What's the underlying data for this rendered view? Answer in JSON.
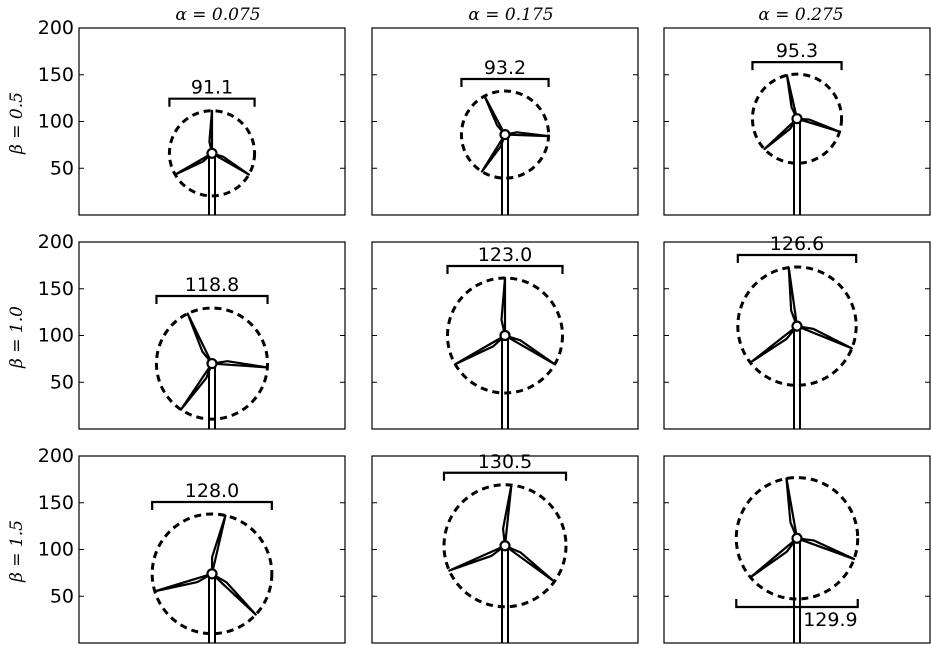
{
  "columns": [
    {
      "label": "α = 0.075"
    },
    {
      "label": "α = 0.175"
    },
    {
      "label": "α = 0.275"
    }
  ],
  "rows": [
    {
      "label": "β = 0.5"
    },
    {
      "label": "β = 1.0"
    },
    {
      "label": "β = 1.5"
    }
  ],
  "y_axis": {
    "ylim": [
      0,
      200
    ],
    "ticks": [
      50,
      100,
      150,
      200
    ]
  },
  "turbines": [
    [
      {
        "hub_height": 66,
        "rotor_diameter": 91.1,
        "label": "91.1",
        "label_position": "above",
        "blade_angle": 90
      },
      {
        "hub_height": 86,
        "rotor_diameter": 93.2,
        "label": "93.2",
        "label_position": "above",
        "blade_angle": 118
      },
      {
        "hub_height": 103,
        "rotor_diameter": 95.3,
        "label": "95.3",
        "label_position": "above",
        "blade_angle": 103
      }
    ],
    [
      {
        "hub_height": 70,
        "rotor_diameter": 118.8,
        "label": "118.8",
        "label_position": "above",
        "blade_angle": 116
      },
      {
        "hub_height": 100,
        "rotor_diameter": 123.0,
        "label": "123.0",
        "label_position": "above",
        "blade_angle": 90
      },
      {
        "hub_height": 110,
        "rotor_diameter": 126.6,
        "label": "126.6",
        "label_position": "above",
        "blade_angle": 98
      }
    ],
    [
      {
        "hub_height": 74,
        "rotor_diameter": 128.0,
        "label": "128.0",
        "label_position": "above",
        "blade_angle": 77
      },
      {
        "hub_height": 104,
        "rotor_diameter": 130.5,
        "label": "130.5",
        "label_position": "above",
        "blade_angle": 84
      },
      {
        "hub_height": 112,
        "rotor_diameter": 129.9,
        "label": "129.9",
        "label_position": "below",
        "blade_angle": 100
      }
    ]
  ]
}
